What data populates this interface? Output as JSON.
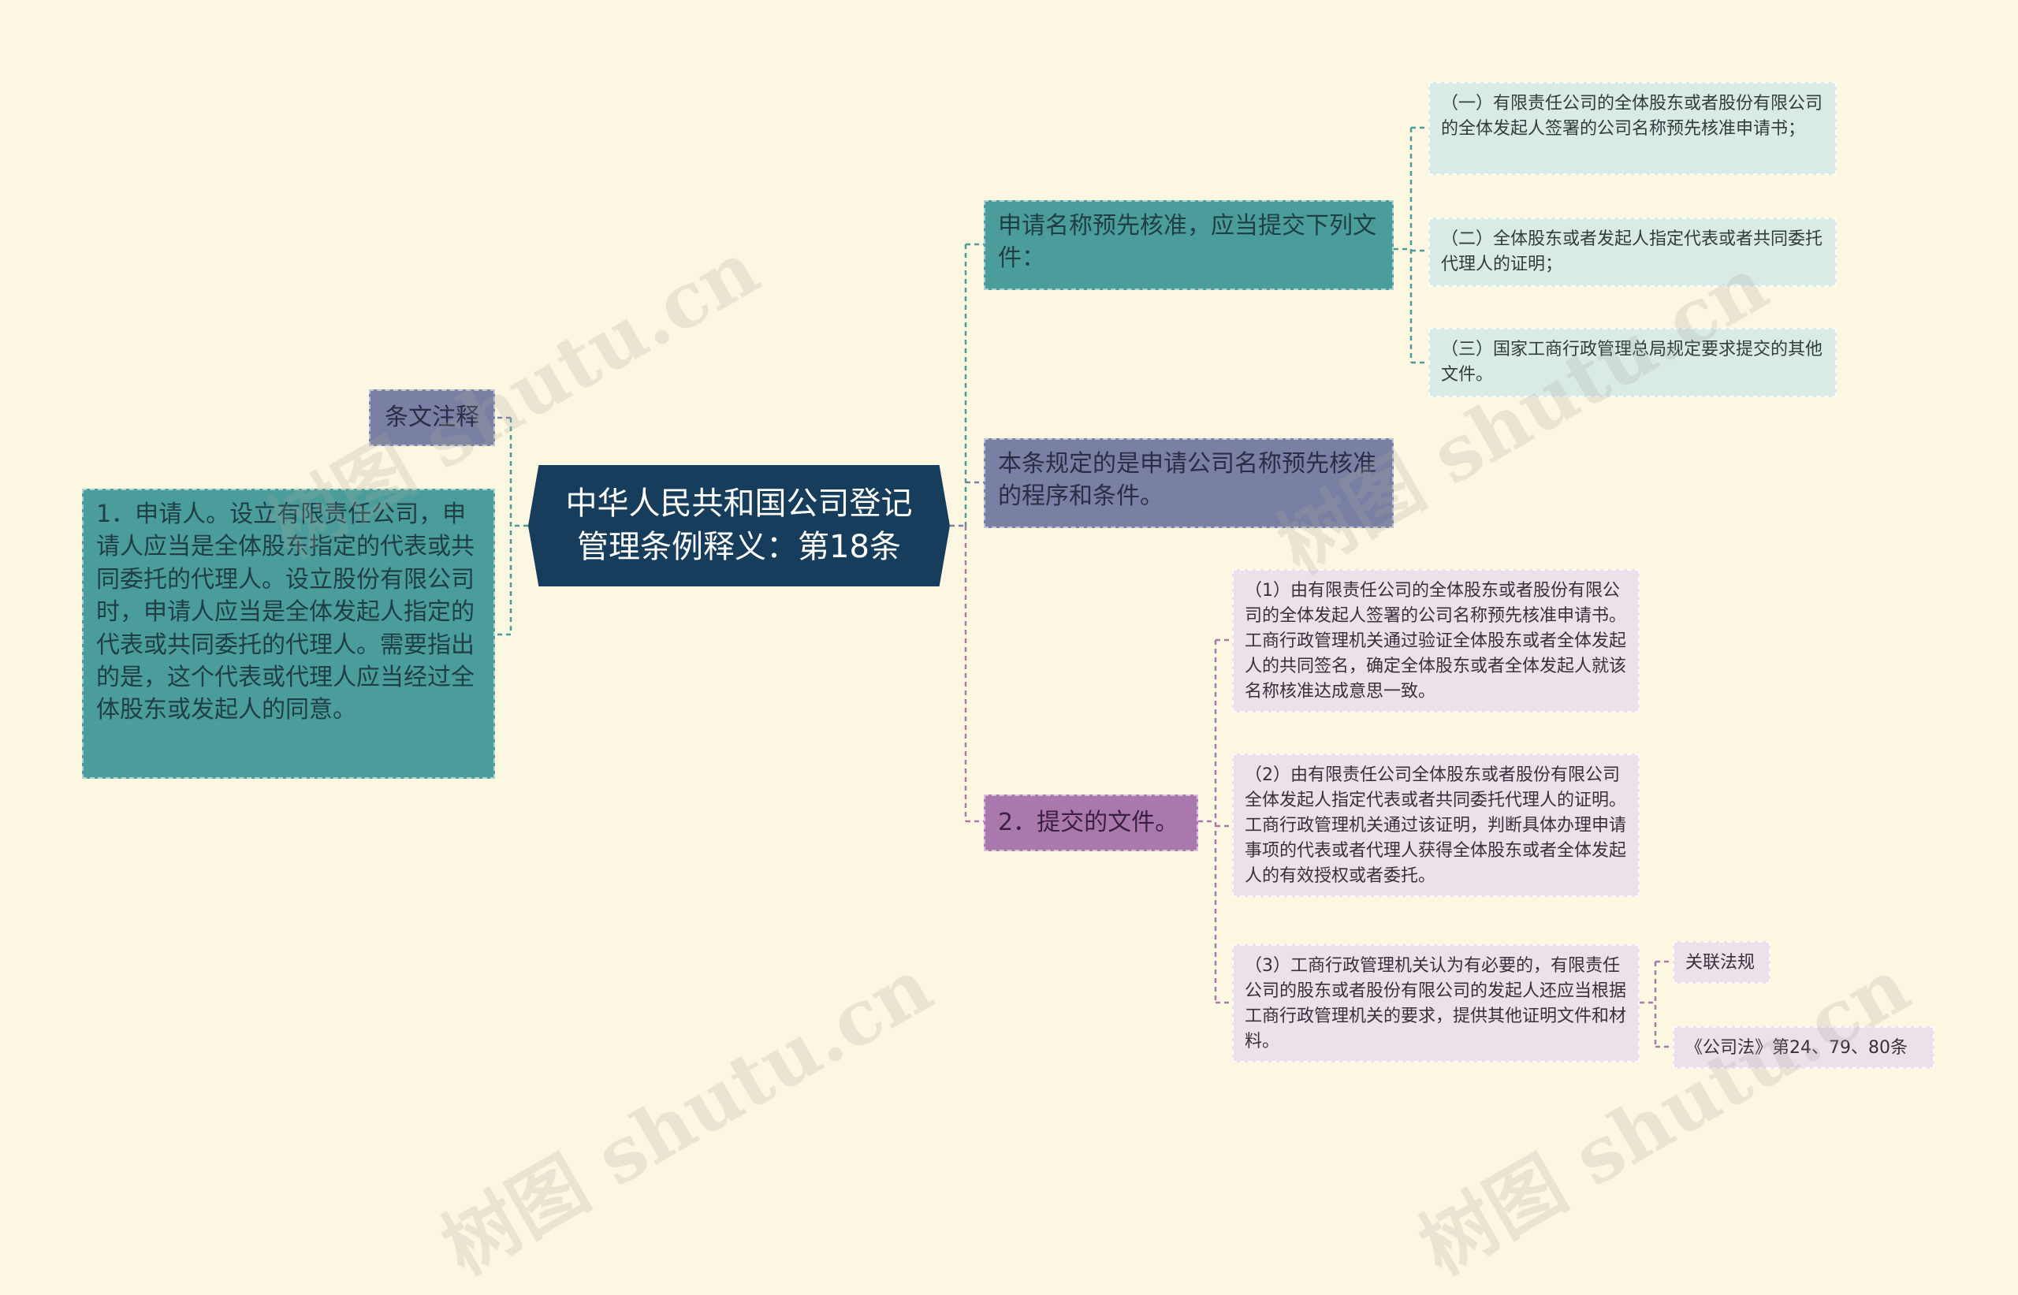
{
  "root": {
    "title": "中华人民共和国公司登记管理条例释义：第18条"
  },
  "left": {
    "label": "条文注释",
    "note": "1．申请人。设立有限责任公司，申请人应当是全体股东指定的代表或共同委托的代理人。设立股份有限公司时，申请人应当是全体发起人指定的代表或共同委托的代理人。需要指出的是，这个代表或代理人应当经过全体股东或发起人的同意。"
  },
  "right": {
    "branch1": {
      "label": "申请名称预先核准，应当提交下列文件：",
      "items": [
        "（一）有限责任公司的全体股东或者股份有限公司的全体发起人签署的公司名称预先核准申请书；",
        "（二）全体股东或者发起人指定代表或者共同委托代理人的证明；",
        "（三）国家工商行政管理总局规定要求提交的其他文件。"
      ]
    },
    "branch2": {
      "label": "本条规定的是申请公司名称预先核准的程序和条件。"
    },
    "branch3": {
      "label": "2．提交的文件。",
      "items": [
        "（1）由有限责任公司的全体股东或者股份有限公司的全体发起人签署的公司名称预先核准申请书。工商行政管理机关通过验证全体股东或者全体发起人的共同签名，确定全体股东或者全体发起人就该名称核准达成意思一致。",
        "（2）由有限责任公司全体股东或者股份有限公司全体发起人指定代表或者共同委托代理人的证明。工商行政管理机关通过该证明，判断具体办理申请事项的代表或者代理人获得全体股东或者全体发起人的有效授权或者委托。",
        "（3）工商行政管理机关认为有必要的，有限责任公司的股东或者股份有限公司的发起人还应当根据工商行政管理机关的要求，提供其他证明文件和材料。"
      ],
      "sub": [
        "关联法规",
        "《公司法》第24、79、80条"
      ]
    }
  },
  "watermark": "树图 shutu.cn",
  "colors": {
    "background": "#fbf7e0",
    "root": "#173d5c",
    "teal": "#4b9d9b",
    "slate": "#7a80a3",
    "plum": "#a979ae",
    "leaf_teal": "#daeae6",
    "leaf_plum": "#ece0ea"
  }
}
